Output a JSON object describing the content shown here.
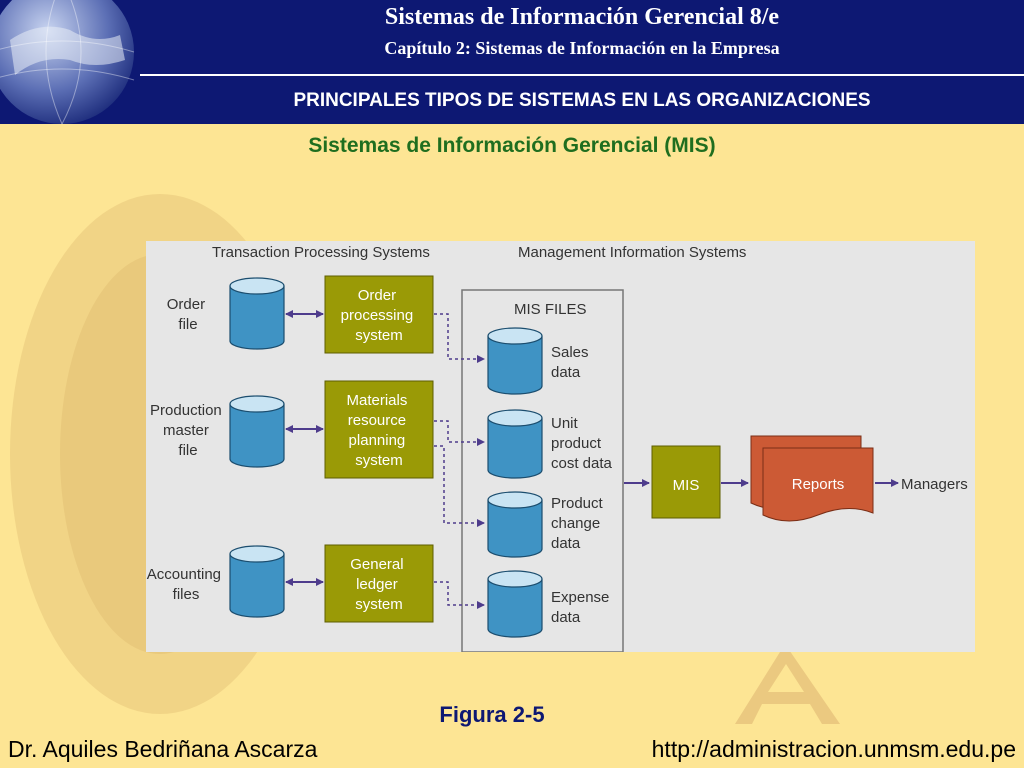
{
  "header": {
    "title": "Sistemas de Información Gerencial 8/e",
    "chapter": "Capítulo 2: Sistemas de Información en la Empresa",
    "section": "PRINCIPALES TIPOS DE SISTEMAS EN LAS ORGANIZACIONES"
  },
  "slide": {
    "subtitle": "Sistemas de Información Gerencial (MIS)",
    "caption": "Figura 2-5"
  },
  "diagram": {
    "headings": {
      "tps": "Transaction Processing Systems",
      "mis": "Management Information Systems"
    },
    "tps_files": [
      {
        "lines": [
          "Order",
          "file"
        ]
      },
      {
        "lines": [
          "Production",
          "master",
          "file"
        ]
      },
      {
        "lines": [
          "Accounting",
          "files"
        ]
      }
    ],
    "tps_systems": [
      {
        "lines": [
          "Order",
          "processing",
          "system"
        ]
      },
      {
        "lines": [
          "Materials",
          "resource",
          "planning",
          "system"
        ]
      },
      {
        "lines": [
          "General",
          "ledger",
          "system"
        ]
      }
    ],
    "mis_files_title": "MIS FILES",
    "mis_files": [
      {
        "lines": [
          "Sales",
          "data"
        ]
      },
      {
        "lines": [
          "Unit",
          "product",
          "cost data"
        ]
      },
      {
        "lines": [
          "Product",
          "change",
          "data"
        ]
      },
      {
        "lines": [
          "Expense",
          "data"
        ]
      }
    ],
    "mis_label": "MIS",
    "reports_label": "Reports",
    "managers_label": "Managers"
  },
  "footer": {
    "author": "Dr. Aquiles Bedriñana Ascarza",
    "url": "http://administracion.unmsm.edu.pe"
  },
  "colors": {
    "header_bg": "#0d1873",
    "slide_bg": "#fde594",
    "subtitle": "#1f6e1f",
    "system_box": "#9a9a06",
    "cylinder": "#3f93c4",
    "reports": "#cc5a35",
    "arrow": "#4e3c8c",
    "diagram_bg": "#e6e6e6"
  }
}
